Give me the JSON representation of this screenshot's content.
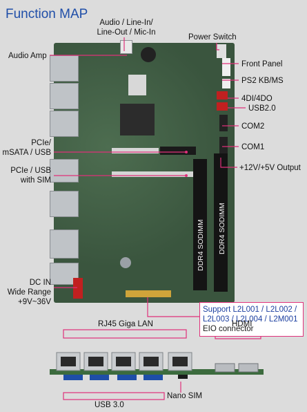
{
  "title": "Function MAP",
  "labels": {
    "audio_jacks": [
      "Audio / Line-In/",
      "Line-Out / Mic-In"
    ],
    "power_switch": "Power Switch",
    "audio_amp": "Audio Amp",
    "front_panel": "Front Panel",
    "ps2": "PS2 KB/MS",
    "dio": "4DI/4DO",
    "usb2": "USB2.0",
    "com2": "COM2",
    "com1": "COM1",
    "power_output": "+12V/+5V Output",
    "pcie_msata": [
      "PCIe/",
      "mSATA / USB"
    ],
    "pcie_sim": [
      "PCIe / USB",
      "with SIM"
    ],
    "dc_in": [
      "DC IN",
      "Wide Range",
      "+9V~36V"
    ],
    "sodimm_1": "DDR4 SODIMM",
    "sodimm_2": "DDR4 SODIMM",
    "eio": [
      "Support L2L001 / L2L002 /",
      "L2L003 / L2L004 / L2M001",
      "EIO connector"
    ],
    "rj45": "RJ45 Giga LAN",
    "hdmi": "HDMI",
    "usb3": "USB 3.0",
    "nano_sim": "Nano SIM"
  },
  "colors": {
    "title": "#1f4ea8",
    "leader_line": "#e0307a",
    "board": "#3f5b43",
    "eio_text": "#1c3fa0"
  }
}
